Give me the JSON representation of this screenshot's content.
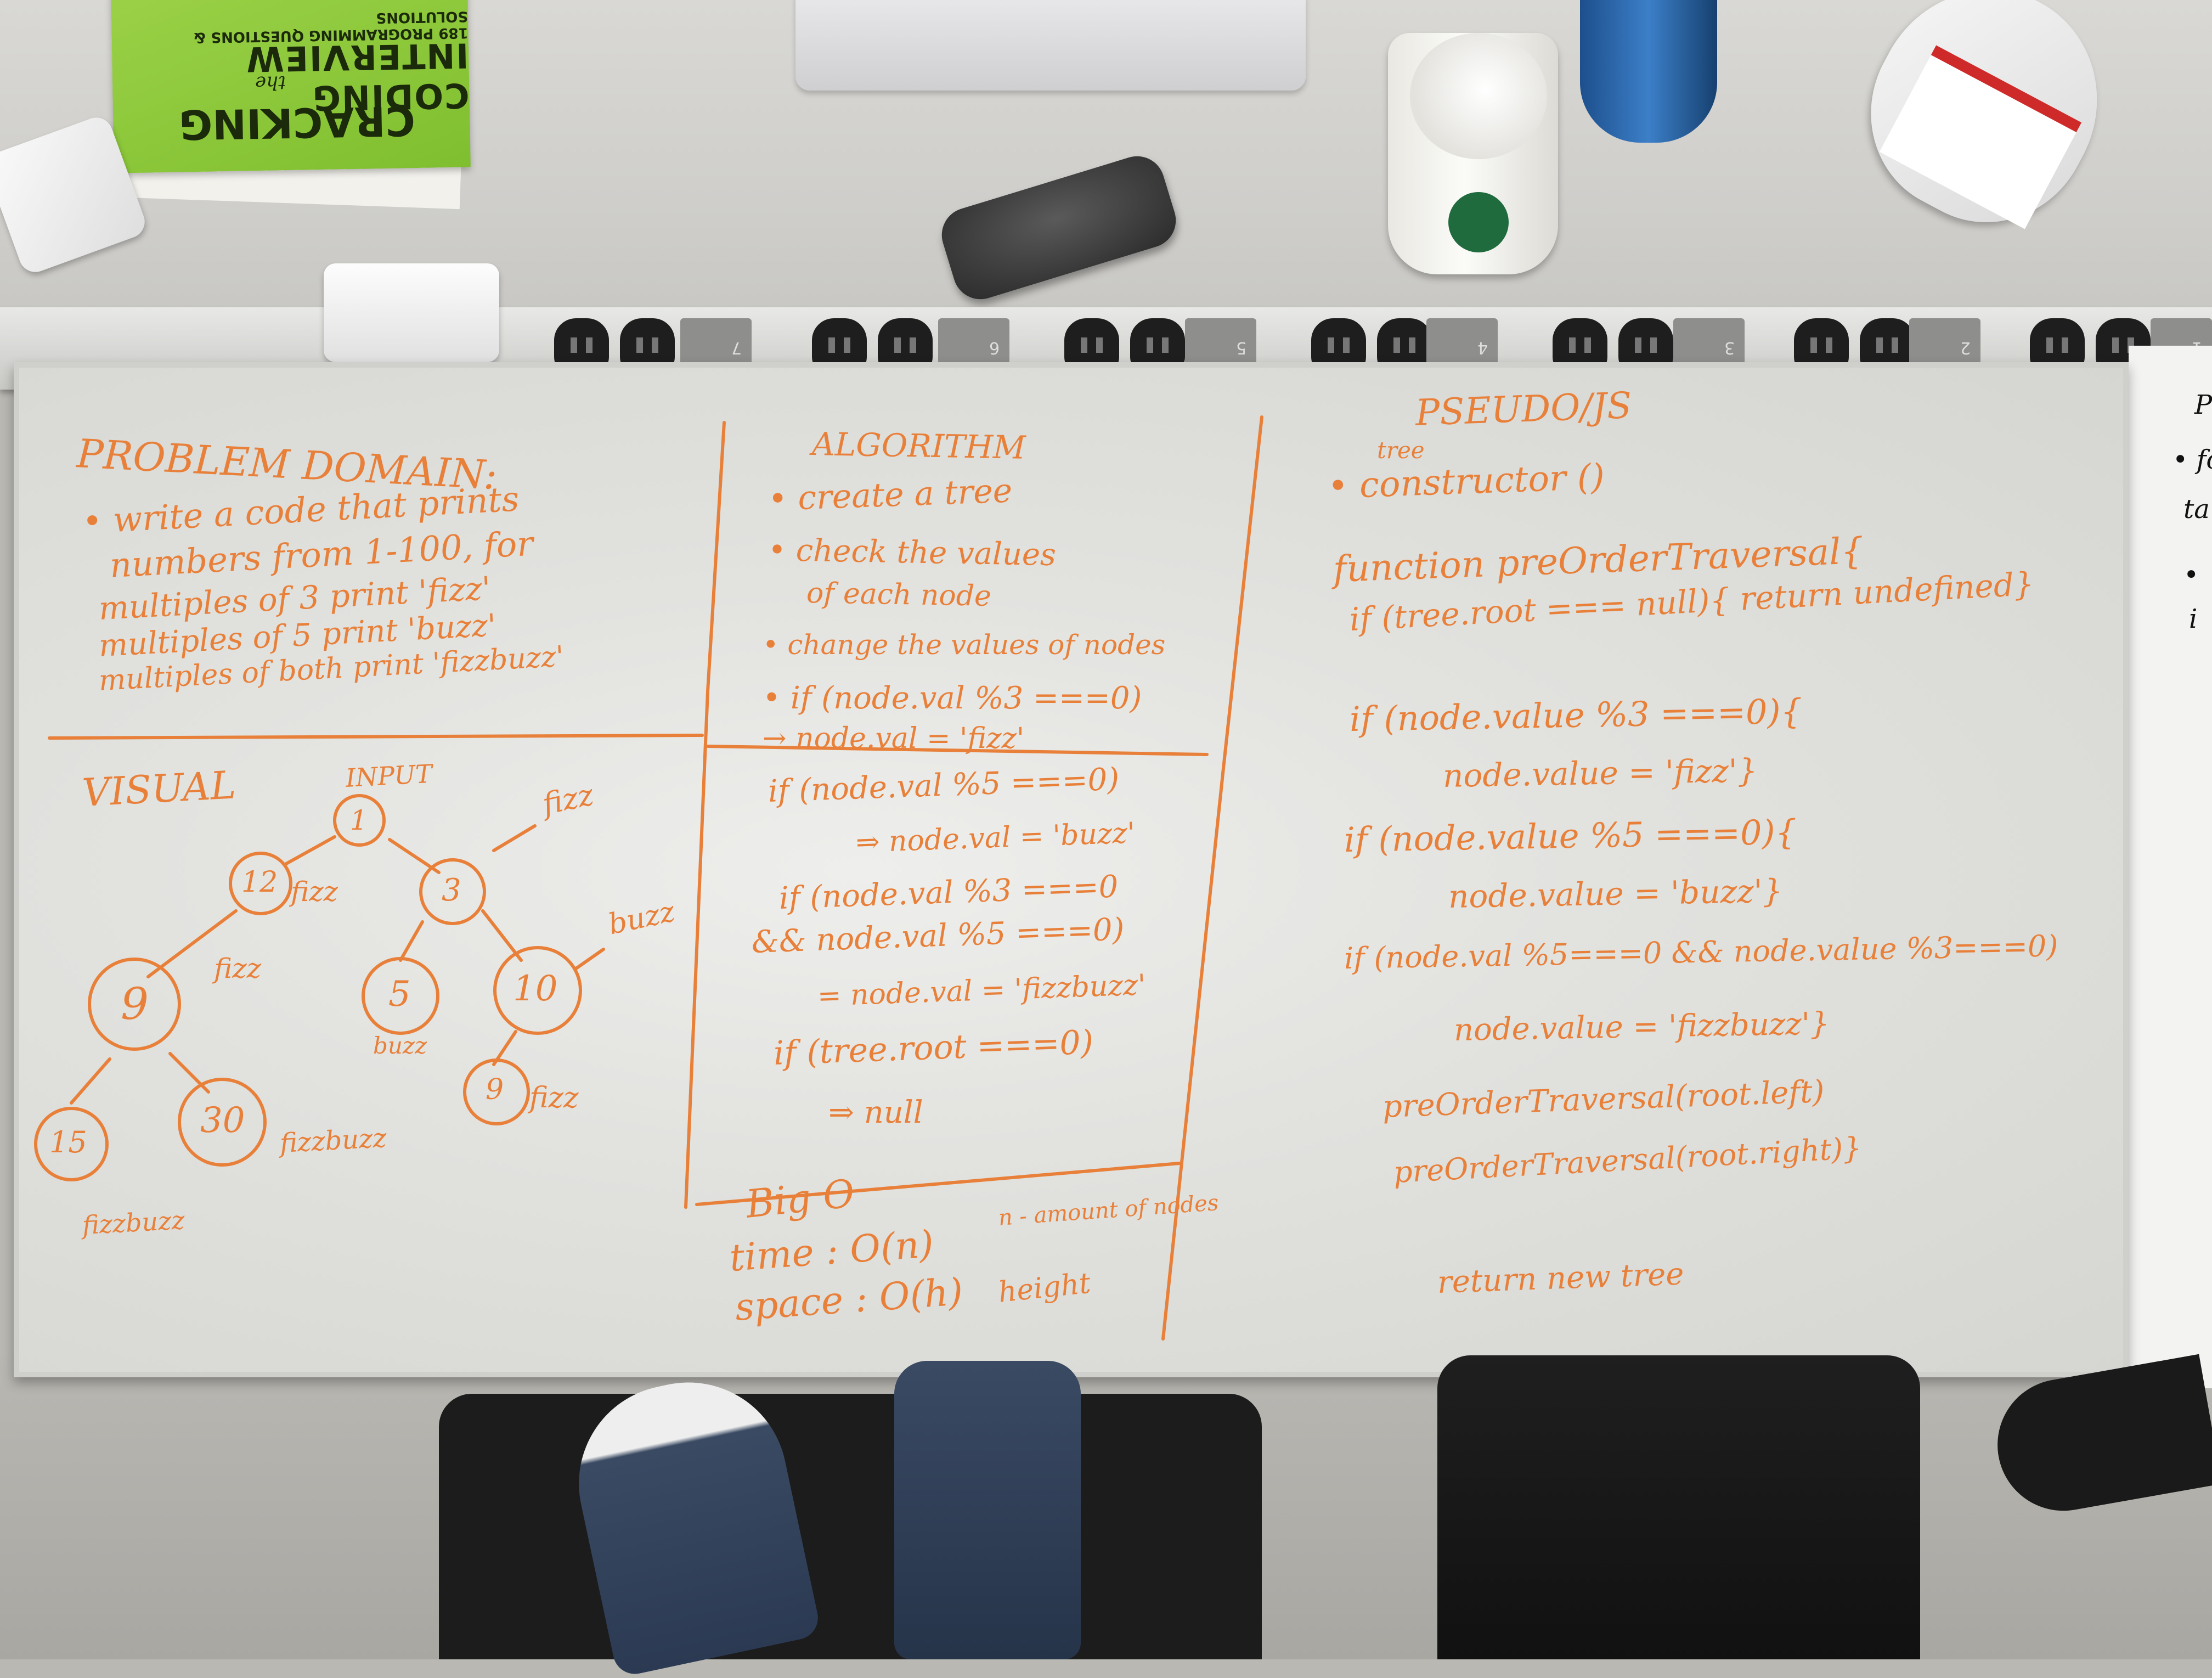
{
  "book": {
    "subtitle": "189 PROGRAMMING QUESTIONS & SOLUTIONS",
    "title_line1": "CODING INTERVIEW",
    "title_the": "the",
    "title_line2": "CRACKING"
  },
  "power_strip": {
    "switch_numbers": [
      "7",
      "6",
      "5",
      "4",
      "3",
      "2",
      "1"
    ]
  },
  "whiteboard": {
    "problem_domain": {
      "heading": "PROBLEM DOMAIN:",
      "lines": [
        "• write a code that prints",
        "numbers from 1-100, for",
        "multiples of 3 print 'fizz'",
        "multiples of 5 print 'buzz'",
        "multiples of both print 'fizzbuzz'"
      ]
    },
    "visual": {
      "heading": "VISUAL",
      "input_label": "INPUT",
      "nodes": [
        {
          "value": "1"
        },
        {
          "value": "12",
          "note": "fizz"
        },
        {
          "value": "3",
          "note": "fizz"
        },
        {
          "value": "9",
          "note": "fizz"
        },
        {
          "value": "5",
          "note": "buzz"
        },
        {
          "value": "10",
          "note": "buzz"
        },
        {
          "value": "15",
          "note": "fizzbuzz"
        },
        {
          "value": "30",
          "note": "fizzbuzz"
        },
        {
          "value": "9",
          "note": "fizz"
        }
      ]
    },
    "algorithm": {
      "heading": "ALGORITHM",
      "lines": [
        "• create a tree",
        "• check the values",
        "of each node",
        "• change the values of nodes",
        "• if (node.val %3 ===0)",
        "→ node.val = 'fizz'",
        "if (node.val %5 ===0)",
        "⇒ node.val = 'buzz'",
        "if (node.val %3 ===0",
        "&& node.val %5 ===0)",
        "= node.val = 'fizzbuzz'",
        "if (tree.root ===0)",
        "⇒ null"
      ]
    },
    "big_o": {
      "heading": "Big O",
      "time": "time : O(n)",
      "time_note": "n - amount of nodes",
      "space": "space : O(h)",
      "space_note": "height"
    },
    "pseudo": {
      "heading": "PSEUDO/JS",
      "lines": [
        "tree",
        "• constructor ()",
        "function preOrderTraversal{",
        "if (tree.root === null){ return undefined}",
        "if (node.value %3 ===0){",
        "node.value = 'fizz'}",
        "if (node.value %5 ===0){",
        "node.value = 'buzz'}",
        "if (node.val %5===0 && node.value %3===0)",
        "node.value = 'fizzbuzz'}",
        "preOrderTraversal(root.left)",
        "preOrderTraversal(root.right)}",
        "return new tree"
      ]
    }
  },
  "side_board": {
    "lines": [
      "Pr",
      "• fo",
      "ta",
      "•",
      "i"
    ]
  },
  "colors": {
    "marker": "#e8803a",
    "board": "#e6e6e3",
    "book_green": "#8cc63f"
  }
}
